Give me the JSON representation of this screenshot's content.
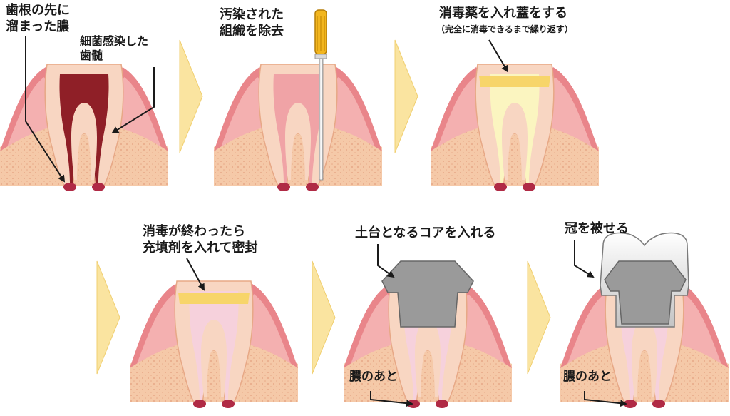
{
  "panels": [
    {
      "id": "p1",
      "label_lines": [
        "歯根の先に",
        "溜まった膿"
      ],
      "label2_lines": [
        "細菌感染した",
        "歯髄"
      ]
    },
    {
      "id": "p2",
      "label_lines": [
        "汚染された",
        "組織を除去"
      ]
    },
    {
      "id": "p3",
      "label_lines": [
        "消毒薬を入れ蓋をする"
      ],
      "sublabel": "（完全に消毒できるまで繰り返す）"
    },
    {
      "id": "p4",
      "label_lines": [
        "消毒が終わったら",
        "充填剤を入れて密封"
      ]
    },
    {
      "id": "p5",
      "label_lines": [
        "土台となるコアを入れる"
      ],
      "bottom_label": "膿のあと"
    },
    {
      "id": "p6",
      "label_lines": [
        "冠を被せる"
      ],
      "bottom_label": "膿のあと"
    }
  ],
  "colors": {
    "bone": "#f5c9a8",
    "bone_dot": "#e7a886",
    "gum": "#e9858a",
    "gum_light": "#f4b0b0",
    "dentin": "#f8d6c2",
    "pulp_infected": "#8f1f27",
    "pulp_cleaned": "#f0a3a6",
    "pulp_sealed": "#f6d1dc",
    "disinfectant": "#fbf5c0",
    "cap": "#f7d56a",
    "core": "#9a9a9a",
    "crown": "#d8d8d8",
    "pus": "#b02a45",
    "arrow": "#fae4a0"
  }
}
